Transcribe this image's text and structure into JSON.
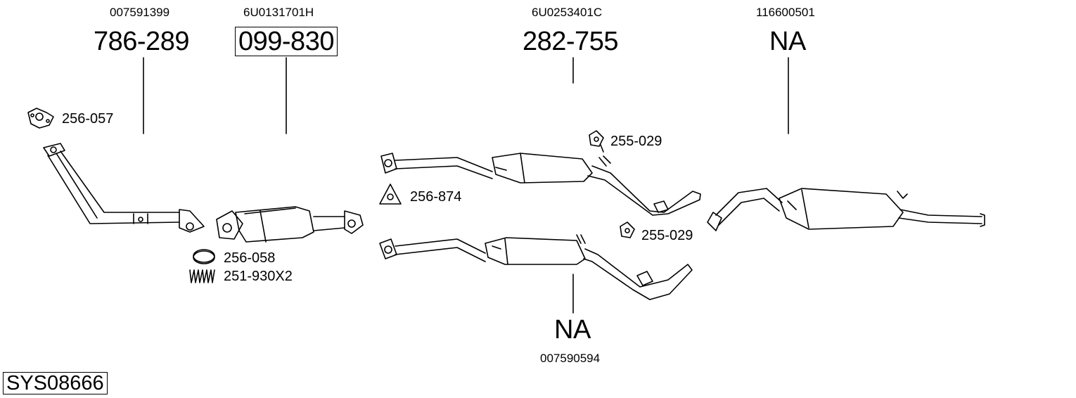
{
  "diagram": {
    "system_code": "SYS08666",
    "parts": [
      {
        "oem": "007591399",
        "number": "786-289"
      },
      {
        "oem": "6U0131701H",
        "number": "099-830"
      },
      {
        "oem": "6U0253401C",
        "number": "282-755"
      },
      {
        "oem": "116600501",
        "number": "NA"
      },
      {
        "oem": "007590594",
        "number": "NA"
      }
    ],
    "accessories": [
      {
        "number": "256-057",
        "icon": "gasket-icon"
      },
      {
        "number": "256-058",
        "icon": "ring-gasket-icon"
      },
      {
        "number": "251-930X2",
        "icon": "spring-icon"
      },
      {
        "number": "256-874",
        "icon": "triangle-gasket-icon"
      },
      {
        "number": "255-029",
        "icon": "rubber-hanger-icon"
      },
      {
        "number": "255-029",
        "icon": "rubber-hanger-icon"
      }
    ]
  }
}
